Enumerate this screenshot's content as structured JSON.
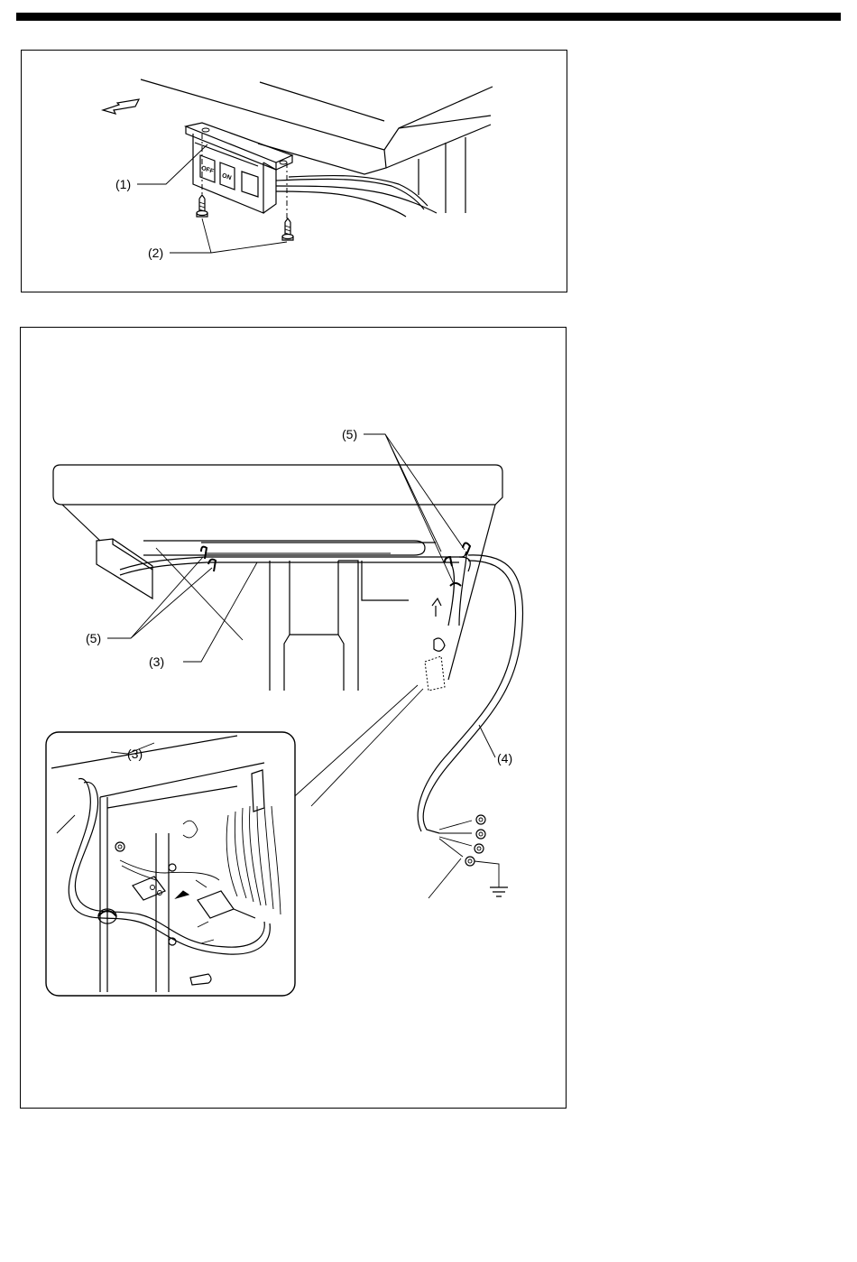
{
  "figure1": {
    "labels": {
      "switch_box": "(1)",
      "screws": "(2)"
    },
    "buttons": {
      "off": "OFF",
      "on": "ON"
    }
  },
  "figure2": {
    "labels": {
      "cable_clips_top": "(5)",
      "cable_clips_left": "(5)",
      "cable": "(3)",
      "cable_detail": "(3)",
      "power_cord": "(4)"
    }
  }
}
